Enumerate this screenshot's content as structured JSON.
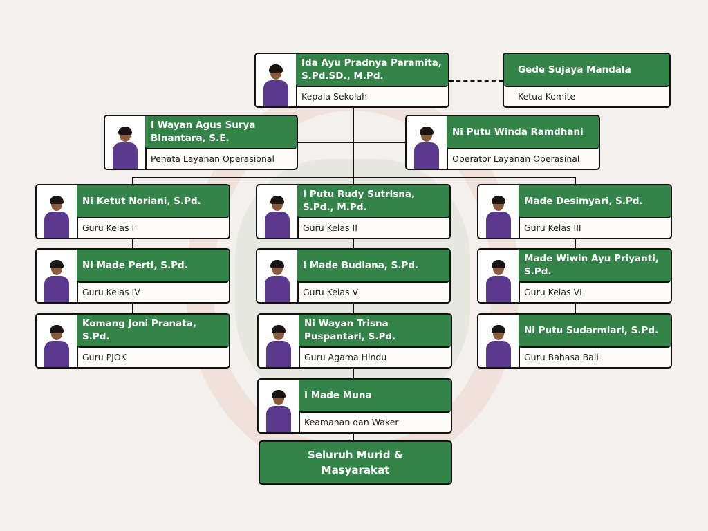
{
  "colors": {
    "header_green": "#34844a",
    "card_bg": "#fdfcf8",
    "background": "#f4f0ed"
  },
  "members": [
    {
      "name": "Ida Ayu Pradnya Paramita, S.Pd.SD., M.Pd.",
      "role": "Kepala Sekolah",
      "photo": true
    },
    {
      "name": "Gede Sujaya Mandala",
      "role": "Ketua Komite",
      "photo": false
    },
    {
      "name": "I Wayan Agus Surya Binantara, S.E.",
      "role": "Penata Layanan Operasional",
      "photo": true
    },
    {
      "name": "Ni Putu Winda Ramdhani",
      "role": "Operator Layanan Operasinal",
      "photo": true
    },
    {
      "name": "Ni Ketut Noriani, S.Pd.",
      "role": "Guru Kelas I",
      "photo": true
    },
    {
      "name": "I Putu Rudy Sutrisna, S.Pd., M.Pd.",
      "role": "Guru Kelas II",
      "photo": true
    },
    {
      "name": "Made Desimyari, S.Pd.",
      "role": "Guru Kelas III",
      "photo": true
    },
    {
      "name": "Ni Made Perti, S.Pd.",
      "role": "Guru Kelas IV",
      "photo": true
    },
    {
      "name": "I Made Budiana, S.Pd.",
      "role": "Guru Kelas V",
      "photo": true
    },
    {
      "name": "Made Wiwin Ayu Priyanti, S.Pd.",
      "role": "Guru Kelas VI",
      "photo": true
    },
    {
      "name": "Komang Joni Pranata, S.Pd.",
      "role": "Guru PJOK",
      "photo": true
    },
    {
      "name": "Ni Wayan Trisna Puspantari, S.Pd.",
      "role": "Guru Agama Hindu",
      "photo": true
    },
    {
      "name": "Ni Putu Sudarmiari, S.Pd.",
      "role": "Guru Bahasa Bali",
      "photo": true
    },
    {
      "name": "I Made Muna",
      "role": "Keamanan dan Waker",
      "photo": true
    }
  ],
  "bottom": {
    "label": "Seluruh Murid & Masyarakat"
  }
}
